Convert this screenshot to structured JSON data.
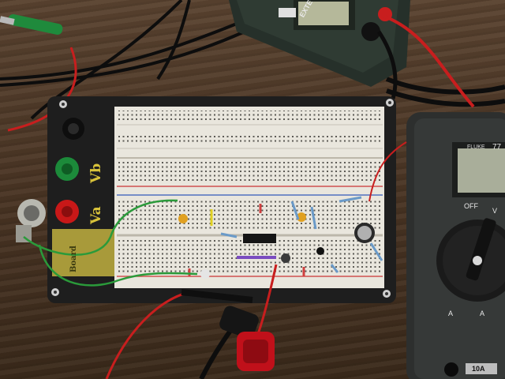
{
  "board": {
    "label_vb": "Vb",
    "label_va": "Va",
    "sticker_text": "Board"
  },
  "multimeter_top": {
    "brand": "EXTE"
  },
  "multimeter_right": {
    "brand": "FLUKE",
    "model": "77",
    "off_label": "OFF",
    "v_label": "V",
    "a_label_left": "A",
    "a_label_right": "A",
    "current_jack": "10A"
  },
  "colors": {
    "wood": "#4a3524",
    "board_base": "#1e1e1e",
    "breadboard": "#e9e6dd",
    "meter_body": "#2d2f2e",
    "wire_red": "#c81e1e",
    "wire_green": "#2a9a3a",
    "wire_black": "#0d0d0d"
  }
}
